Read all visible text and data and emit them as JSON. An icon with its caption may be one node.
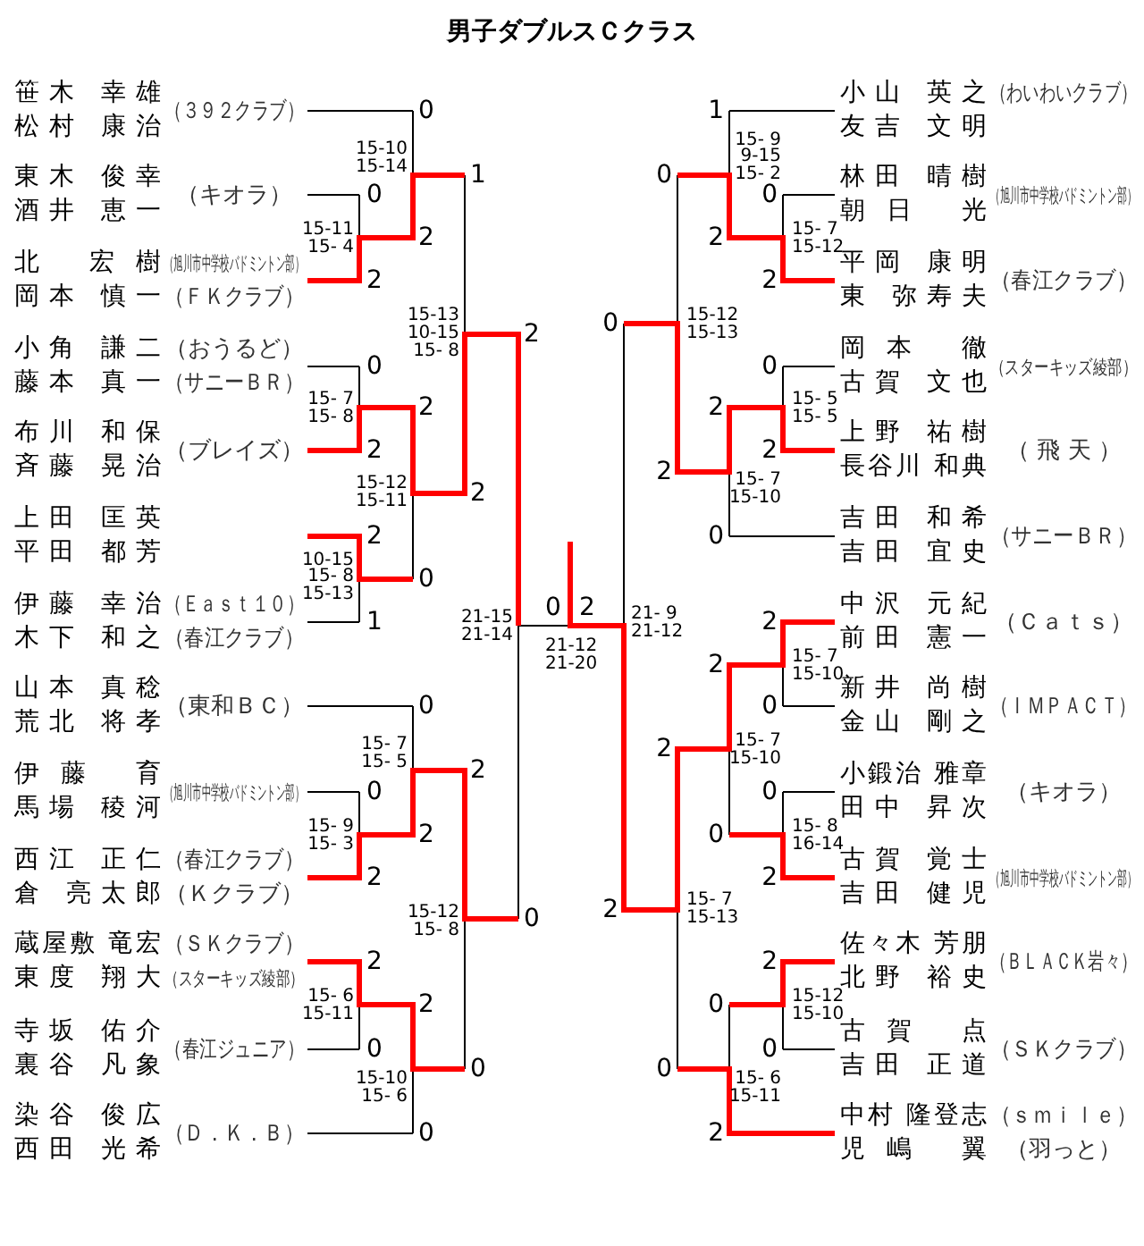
{
  "diagram": {
    "title": "男子ダブルスＣクラス",
    "nodes": [
      {
        "text": [
          "笹木 幸雄",
          "松村 康治",
          "（３９２クラブ）"
        ]
      },
      {
        "text": [
          "東木 俊幸",
          "酒井 恵一",
          "（キオラ）"
        ]
      },
      {
        "text": [
          "北 宏樹",
          "岡本 慎一",
          "（旭川市中学校バドミントン部）",
          "（ＦＫクラブ）"
        ]
      },
      {
        "text": [
          "小角 謙二",
          "藤本 真一",
          "（おうるど）",
          "（サニーＢＲ）"
        ]
      },
      {
        "text": [
          "布川 和保",
          "斉藤 晃治",
          "（ブレイズ）"
        ]
      },
      {
        "text": [
          "上田 匡英",
          "平田 都芳"
        ]
      },
      {
        "text": [
          "伊藤 幸治",
          "木下 和之",
          "（Ｅａｓｔ１０）",
          "（春江クラブ）"
        ]
      },
      {
        "text": [
          "山本 真稔",
          "荒北 将孝",
          "（東和ＢＣ）"
        ]
      },
      {
        "text": [
          "伊藤 育",
          "馬場 稜河",
          "（旭川市中学校バドミントン部）"
        ]
      },
      {
        "text": [
          "西江 正仁",
          "倉 亮太郎",
          "（春江クラブ）",
          "（Ｋクラブ）"
        ]
      },
      {
        "text": [
          "蔵屋敷 竜宏",
          "東度 翔大",
          "（ＳＫクラブ）",
          "（スターキッズ綾部）"
        ]
      },
      {
        "text": [
          "寺坂 佑介",
          "裏谷 凡象",
          "（春江ジュニア）"
        ]
      },
      {
        "text": [
          "染谷 俊広",
          "西田 光希",
          "（Ｄ．Ｋ．Ｂ）"
        ]
      },
      {
        "text": [
          "小山 英之",
          "友吉 文明",
          "（わいわいクラブ）"
        ]
      },
      {
        "text": [
          "林田 晴樹",
          "朝日 光",
          "（旭川市中学校バドミントン部）"
        ]
      },
      {
        "text": [
          "平岡 康明",
          "東 弥寿夫",
          "（春江クラブ）"
        ]
      },
      {
        "text": [
          "岡本 徹",
          "古賀 文也",
          "（スターキッズ綾部）"
        ]
      },
      {
        "text": [
          "上野 祐樹",
          "長谷川 和典",
          "（ 飛 天 ）"
        ]
      },
      {
        "text": [
          "吉田 和希",
          "吉田 宜史",
          "（サニーＢＲ）"
        ]
      },
      {
        "text": [
          "中沢 元紀",
          "前田 憲一",
          "（Ｃａｔｓ）"
        ]
      },
      {
        "text": [
          "新井 尚樹",
          "金山 剛之",
          "（ＩＭＰＡＣＴ）"
        ]
      },
      {
        "text": [
          "小鍛治 雅章",
          "田中 昇次",
          "（キオラ）"
        ]
      },
      {
        "text": [
          "古賀 覚士",
          "吉田 健児",
          "（旭川市中学校バドミントン部）"
        ]
      },
      {
        "text": [
          "佐々木 芳朋",
          "北野 裕史",
          "（ＢＬＡＣＫ岩々）"
        ]
      },
      {
        "text": [
          "古賀 点",
          "吉田 正道",
          "（ＳＫクラブ）"
        ]
      },
      {
        "text": [
          "中村 隆登志",
          "児嶋 翼",
          "（ｓｍｉｌｅ）",
          "（羽っと）"
        ]
      }
    ],
    "labels": [
      "0",
      "2",
      "0",
      "2",
      "2",
      "1",
      "0",
      "2",
      "2",
      "0",
      "0",
      "2",
      "2",
      "0",
      "0",
      "2",
      "2",
      "0",
      "1",
      "2",
      "2",
      "0",
      "2",
      "0",
      "0",
      "2",
      "0",
      "2",
      "0",
      "2",
      "2",
      "0",
      "1",
      "2",
      "2",
      "0",
      "2",
      "0",
      "0",
      "2",
      "0",
      "2",
      "0",
      "2",
      "2",
      "0",
      "0",
      "2",
      "2",
      "0",
      "15-11",
      "15- 4",
      "15- 7",
      "15- 8",
      "10-15",
      "15- 8",
      "15-13",
      "15- 9",
      "15- 3",
      "15- 6",
      "15-11",
      "15-10",
      "15-14",
      "15-12",
      "15-11",
      "15- 7",
      "15- 5",
      "15-10",
      "15- 6",
      "15-13",
      "10-15",
      "15- 8",
      "15-12",
      "15- 8",
      "21-15",
      "21-14",
      "21-12",
      "21-20",
      "21- 9",
      "21-12",
      "15-12",
      "15-13",
      "15- 7",
      "15-13",
      "15- 9",
      "9-15",
      "15- 2",
      "15- 7",
      "15-10",
      "15- 7",
      "15-10",
      "15- 6",
      "15-11",
      "15- 7",
      "15-12",
      "15- 5",
      "15- 5",
      "15- 7",
      "15-10",
      "15- 8",
      "16-14",
      "15-12",
      "15-10"
    ]
  }
}
